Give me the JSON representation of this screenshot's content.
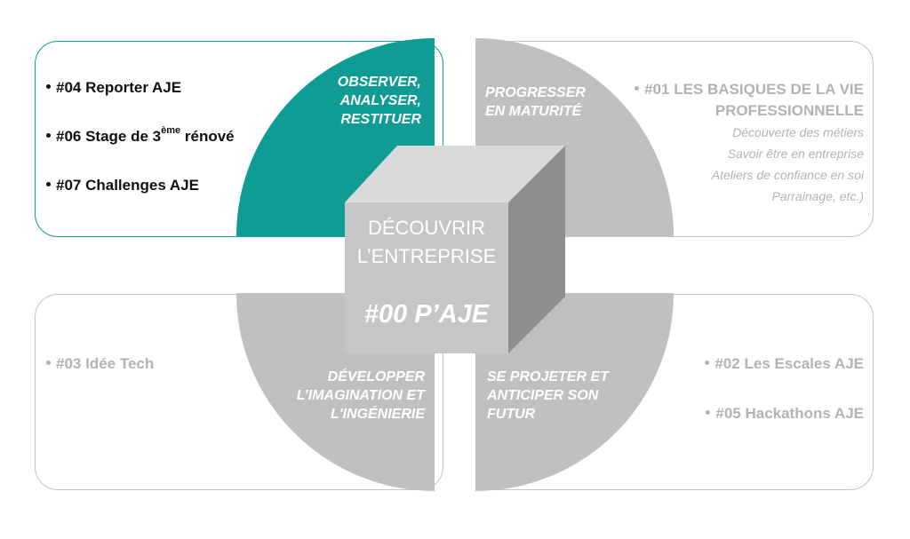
{
  "center": {
    "title_line1": "DÉCOUVRIR",
    "title_line2": "L’ENTREPRISE",
    "code": "#00 P’AJE"
  },
  "quadrants": {
    "top_left": {
      "label_lines": [
        "OBSERVER,",
        "ANALYSER,",
        "RESTITUER"
      ]
    },
    "top_right": {
      "label_lines": [
        "PROGRESSER",
        "EN MATURITÉ"
      ]
    },
    "bottom_left": {
      "label_lines": [
        "DÉVELOPPER",
        "L’IMAGINATION ET",
        "L'INGÉNIERIE"
      ]
    },
    "bottom_right": {
      "label_lines": [
        "SE PROJETER ET",
        "ANTICIPER SON",
        "FUTUR"
      ]
    }
  },
  "programs": {
    "top_left": [
      {
        "text": "#04 Reporter AJE"
      },
      {
        "text": "#06 Stage de 3",
        "sup": "ème",
        "after": " rénové"
      },
      {
        "text": "#07 Challenges AJE"
      }
    ],
    "top_right": {
      "title_line1": "#01 LES BASIQUES DE LA VIE",
      "title_line2": "PROFESSIONNELLE",
      "details": [
        "Découverte des métiers",
        "Savoir être en entreprise",
        "Ateliers de confiance en soi",
        "Parrainage, etc.)"
      ]
    },
    "bottom_left": [
      {
        "text": "#03 Idée Tech"
      }
    ],
    "bottom_right": [
      {
        "text": "#02 Les Escales AJE"
      },
      {
        "text": "#05 Hackathons AJE"
      }
    ]
  },
  "colors": {
    "accent_teal": "#0e9c95",
    "quadrant_gray": "#c0c0c0",
    "cube_front": "#c6c6c6",
    "cube_top": "#dadada",
    "cube_side": "#8e8e8e",
    "muted_text": "#b3b3b3"
  }
}
